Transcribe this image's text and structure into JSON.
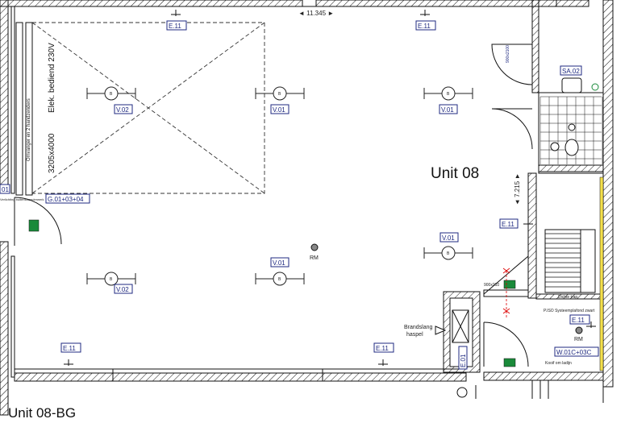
{
  "drawing": {
    "unit_label": "Unit 08",
    "plan_title": "Unit 08-BG",
    "door_label": "Elek. bediend 230V",
    "door_size": "3205x4000",
    "door_note": "Omvanger en 2 handzenders",
    "width_dim": "11.345",
    "depth_dim": "7.215",
    "hose_label_1": "Brandslang",
    "hose_label_2": "haspel",
    "rm_label": "RM",
    "fixture_symbol": "B",
    "small_notes": [
      "Dichte trap",
      "P.ISO Systeemplafond zwart",
      "Kooif om ladijn",
      "900x210",
      "Verlichting buitenstaanderwerk"
    ],
    "tags": [
      "E.11",
      "E.11",
      "E.11",
      "E.11",
      "E.11",
      "E.11",
      "V.02",
      "V.01",
      "V.01",
      "V.01",
      "V.01",
      "V.02",
      "G.01+03+04",
      "SA.02",
      "W.01C+03C",
      "E.01",
      "01"
    ]
  }
}
